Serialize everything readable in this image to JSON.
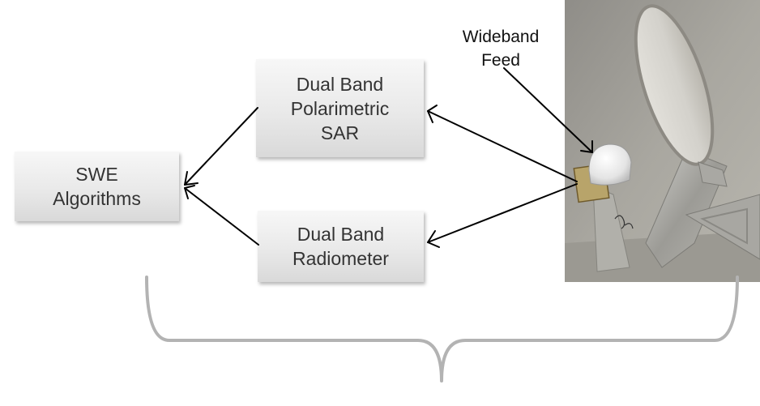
{
  "boxes": {
    "swe": {
      "line1": "SWE",
      "line2": "Algorithms"
    },
    "sar": {
      "line1": "Dual Band",
      "line2": "Polarimetric",
      "line3": "SAR"
    },
    "radiometer": {
      "line1": "Dual Band",
      "line2": "Radiometer"
    }
  },
  "feed_label": {
    "line1": "Wideband",
    "line2": "Feed"
  },
  "colors": {
    "box_fill": "#e9e9e9",
    "box_text": "#333333",
    "arrow": "#000000",
    "brace": "#b3b3b3",
    "photo_background": "#a5a39c"
  }
}
